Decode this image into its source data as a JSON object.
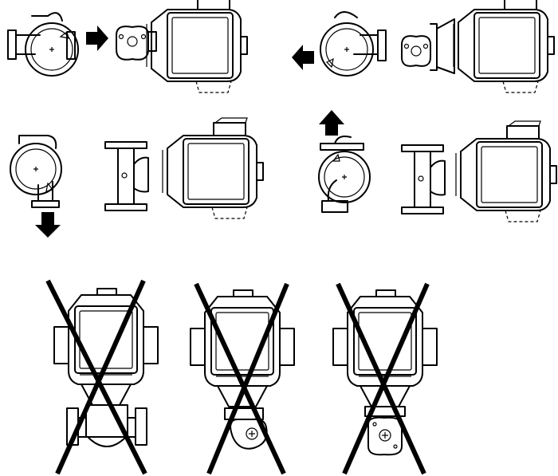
{
  "diagram": {
    "allowed_orientations": [
      {
        "id": "h-right",
        "arrow": "right"
      },
      {
        "id": "h-left",
        "arrow": "left"
      },
      {
        "id": "h-down",
        "arrow": "down"
      },
      {
        "id": "h-up",
        "arrow": "up"
      }
    ],
    "prohibited_orientations": [
      {
        "id": "motor-up-inline-flanges",
        "marked": "cross"
      },
      {
        "id": "motor-up-flange-front",
        "marked": "cross"
      },
      {
        "id": "motor-up-flange-front-2",
        "marked": "cross"
      }
    ],
    "colors": {
      "ink": "#000000",
      "background": "#ffffff"
    }
  }
}
